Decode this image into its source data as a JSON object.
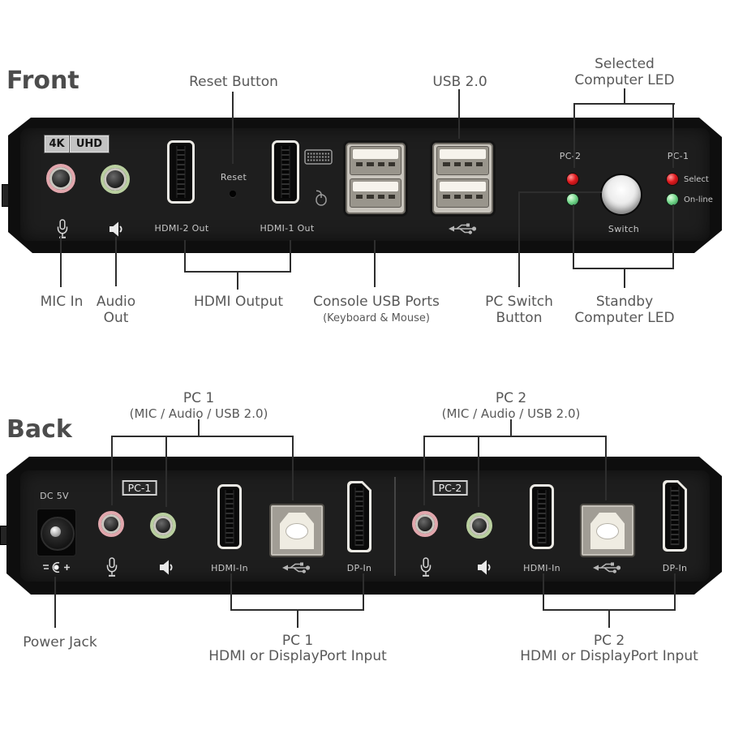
{
  "front": {
    "heading": "Front",
    "badges": {
      "k4": "4K",
      "uhd": "UHD"
    },
    "panel": {
      "reset": "Reset",
      "hdmi2_out": "HDMI-2 Out",
      "hdmi1_out": "HDMI-1 Out",
      "pc2": "PC-2",
      "pc1": "PC-1",
      "switch": "Switch",
      "select": "Select",
      "online": "On-line"
    },
    "callouts": {
      "reset_button": "Reset Button",
      "usb20": "USB 2.0",
      "selected_led_line1": "Selected",
      "selected_led_line2": "Computer LED",
      "mic_in": "MIC In",
      "audio_out_line1": "Audio",
      "audio_out_line2": "Out",
      "hdmi_output": "HDMI Output",
      "console_usb": "Console USB Ports",
      "console_usb_sub": "(Keyboard & Mouse)",
      "pc_switch_line1": "PC Switch",
      "pc_switch_line2": "Button",
      "standby_line1": "Standby",
      "standby_line2": "Computer LED"
    }
  },
  "back": {
    "heading": "Back",
    "panel": {
      "dc5v": "DC 5V",
      "pc1_box": "PC-1",
      "pc2_box": "PC-2",
      "hdmi_in": "HDMI-In",
      "dp_in": "DP-In"
    },
    "callouts": {
      "pc1_top": "PC 1",
      "pc2_top": "PC 2",
      "pc_top_sub": "(MIC / Audio / USB 2.0)",
      "power_jack": "Power Jack",
      "pc1_bottom": "PC 1",
      "pc2_bottom": "PC 2",
      "input_sub": "HDMI or DisplayPort Input"
    }
  },
  "icons": {
    "front": [
      "mic-icon",
      "speaker-icon",
      "keyboard-icon",
      "mouse-icon",
      "usb-trident-icon"
    ],
    "back": [
      "mic-icon",
      "speaker-icon",
      "usb-trident-icon",
      "polarity-icon"
    ]
  },
  "colors": {
    "label_text": "#585858",
    "heading_text": "#4c4c4c",
    "callout_line": "#2e2e2e",
    "device_body": "#0e0e0e",
    "device_face": "#1e1e1e",
    "mic_jack_ring": "#e2a7ad",
    "audio_jack_ring": "#b9cf9f",
    "led_red": "#e01a1e",
    "led_green": "#6fd487",
    "port_white": "#eceae4",
    "usb_metal": "#99958c"
  }
}
